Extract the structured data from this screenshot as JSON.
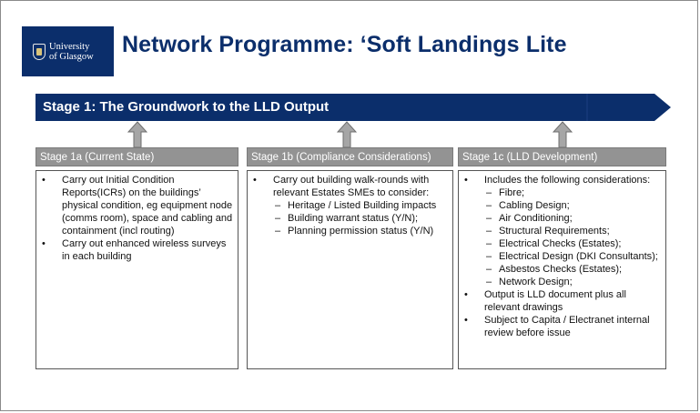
{
  "logo": {
    "line1": "University",
    "line2": "of Glasgow"
  },
  "title": "Network Programme: ‘Soft Landings Lite",
  "banner": "Stage 1: The Groundwork to the LLD Output",
  "colors": {
    "navy": "#0b2e6b",
    "grey": "#939393",
    "arrow_grey": "#a6a6a6"
  },
  "stages": [
    {
      "header": "Stage 1a (Current State)",
      "items": [
        {
          "level": 1,
          "text": "Carry out Initial Condition Reports(ICRs) on the buildings’ physical condition, eg equipment node (comms room), space and cabling and containment (incl routing)"
        },
        {
          "level": 1,
          "text": "Carry out enhanced wireless surveys in each building"
        }
      ]
    },
    {
      "header": "Stage 1b (Compliance Considerations)",
      "items": [
        {
          "level": 1,
          "text": "Carry out building walk-rounds with relevant Estates SMEs to consider:"
        },
        {
          "level": 2,
          "text": "Heritage / Listed Building impacts"
        },
        {
          "level": 2,
          "text": "Building warrant status (Y/N);"
        },
        {
          "level": 2,
          "text": "Planning permission status (Y/N)"
        }
      ]
    },
    {
      "header": "Stage 1c (LLD Development)",
      "items": [
        {
          "level": 1,
          "text": "Includes the following considerations:"
        },
        {
          "level": 2,
          "text": "Fibre;"
        },
        {
          "level": 2,
          "text": "Cabling Design;"
        },
        {
          "level": 2,
          "text": "Air Conditioning;"
        },
        {
          "level": 2,
          "text": "Structural Requirements;"
        },
        {
          "level": 2,
          "text": "Electrical Checks (Estates);"
        },
        {
          "level": 2,
          "text": "Electrical Design (DKI Consultants);"
        },
        {
          "level": 2,
          "text": "Asbestos Checks (Estates);"
        },
        {
          "level": 2,
          "text": "Network Design;"
        },
        {
          "level": 1,
          "text": "Output is LLD document plus all relevant drawings"
        },
        {
          "level": 1,
          "text": "Subject to Capita / Electranet internal review before issue"
        }
      ]
    }
  ]
}
